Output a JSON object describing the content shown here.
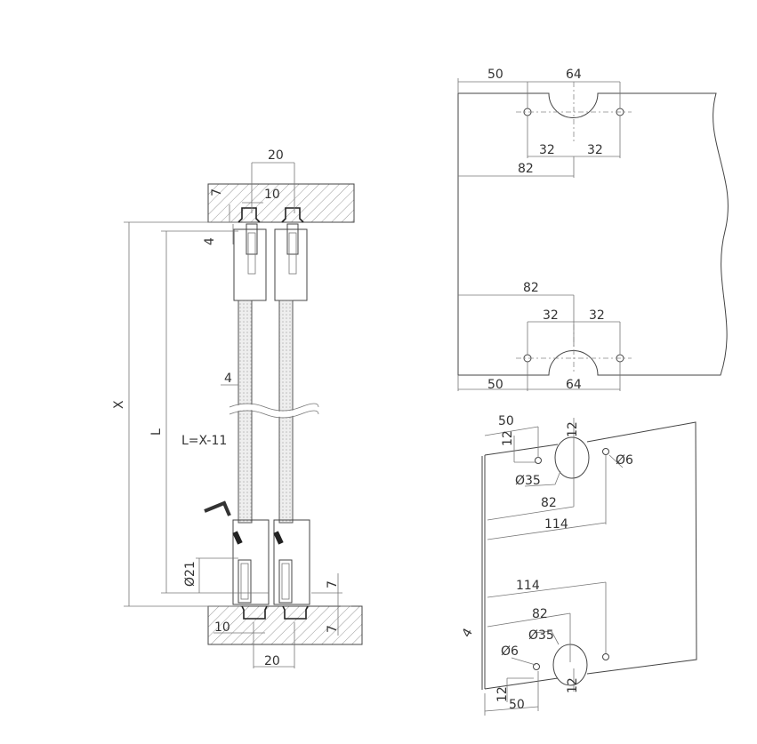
{
  "side_section": {
    "top_width": "20",
    "top_groove": "10",
    "top_depth": "7",
    "top_gap": "4",
    "panel_thickness": "4",
    "height_label": "X",
    "panel_length_label": "L",
    "formula": "L=X-11",
    "wheel_diameter": "Ø21",
    "bottom_gap": "7",
    "bottom_depth": "7",
    "bottom_groove": "10",
    "bottom_width": "20"
  },
  "plate_front": {
    "top_edge_offset": "50",
    "top_hole_spacing": "64",
    "top_half_left": "32",
    "top_half_right": "32",
    "top_center": "82",
    "bottom_center": "82",
    "bottom_half_left": "32",
    "bottom_half_right": "32",
    "bottom_edge_offset": "50",
    "bottom_hole_spacing": "64"
  },
  "plate_iso": {
    "top_edge_offset": "50",
    "top_hole_inset": "12",
    "top_cutout_inset": "12",
    "top_cutout_diameter": "Ø35",
    "top_hole_diameter": "Ø6",
    "top_center": "82",
    "top_far_hole": "114",
    "bottom_far_hole": "114",
    "bottom_center": "82",
    "bottom_cutout_diameter": "Ø35",
    "thickness": "4",
    "bottom_hole_diameter": "Ø6",
    "bottom_cutout_inset": "12",
    "bottom_hole_inset": "12",
    "bottom_edge_offset": "50"
  }
}
